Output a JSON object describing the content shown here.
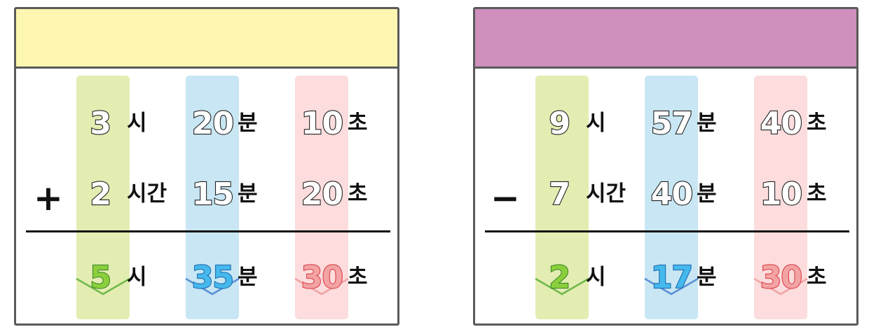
{
  "colors": {
    "left_header": "#fcf6b0",
    "right_header": "#cf90be",
    "hour_column": "#e3edb2",
    "minute_column": "#c8e6f3",
    "second_column": "#fcdcdc",
    "hour_result": "#8ccf3c",
    "minute_result": "#45b8ec",
    "second_result": "#f3a3a3"
  },
  "addition": {
    "operator": "+",
    "row1": {
      "hour": "3",
      "hour_unit": "시",
      "minute": "20",
      "minute_unit": "분",
      "second": "10",
      "second_unit": "초"
    },
    "row2": {
      "hour": "2",
      "hour_unit": "시간",
      "minute": "15",
      "minute_unit": "분",
      "second": "20",
      "second_unit": "초"
    },
    "result": {
      "hour": "5",
      "hour_unit": "시",
      "minute": "35",
      "minute_unit": "분",
      "second": "30",
      "second_unit": "초"
    }
  },
  "subtraction": {
    "operator": "−",
    "row1": {
      "hour": "9",
      "hour_unit": "시",
      "minute": "57",
      "minute_unit": "분",
      "second": "40",
      "second_unit": "초"
    },
    "row2": {
      "hour": "7",
      "hour_unit": "시간",
      "minute": "40",
      "minute_unit": "분",
      "second": "10",
      "second_unit": "초"
    },
    "result": {
      "hour": "2",
      "hour_unit": "시",
      "minute": "17",
      "minute_unit": "분",
      "second": "30",
      "second_unit": "초"
    }
  }
}
